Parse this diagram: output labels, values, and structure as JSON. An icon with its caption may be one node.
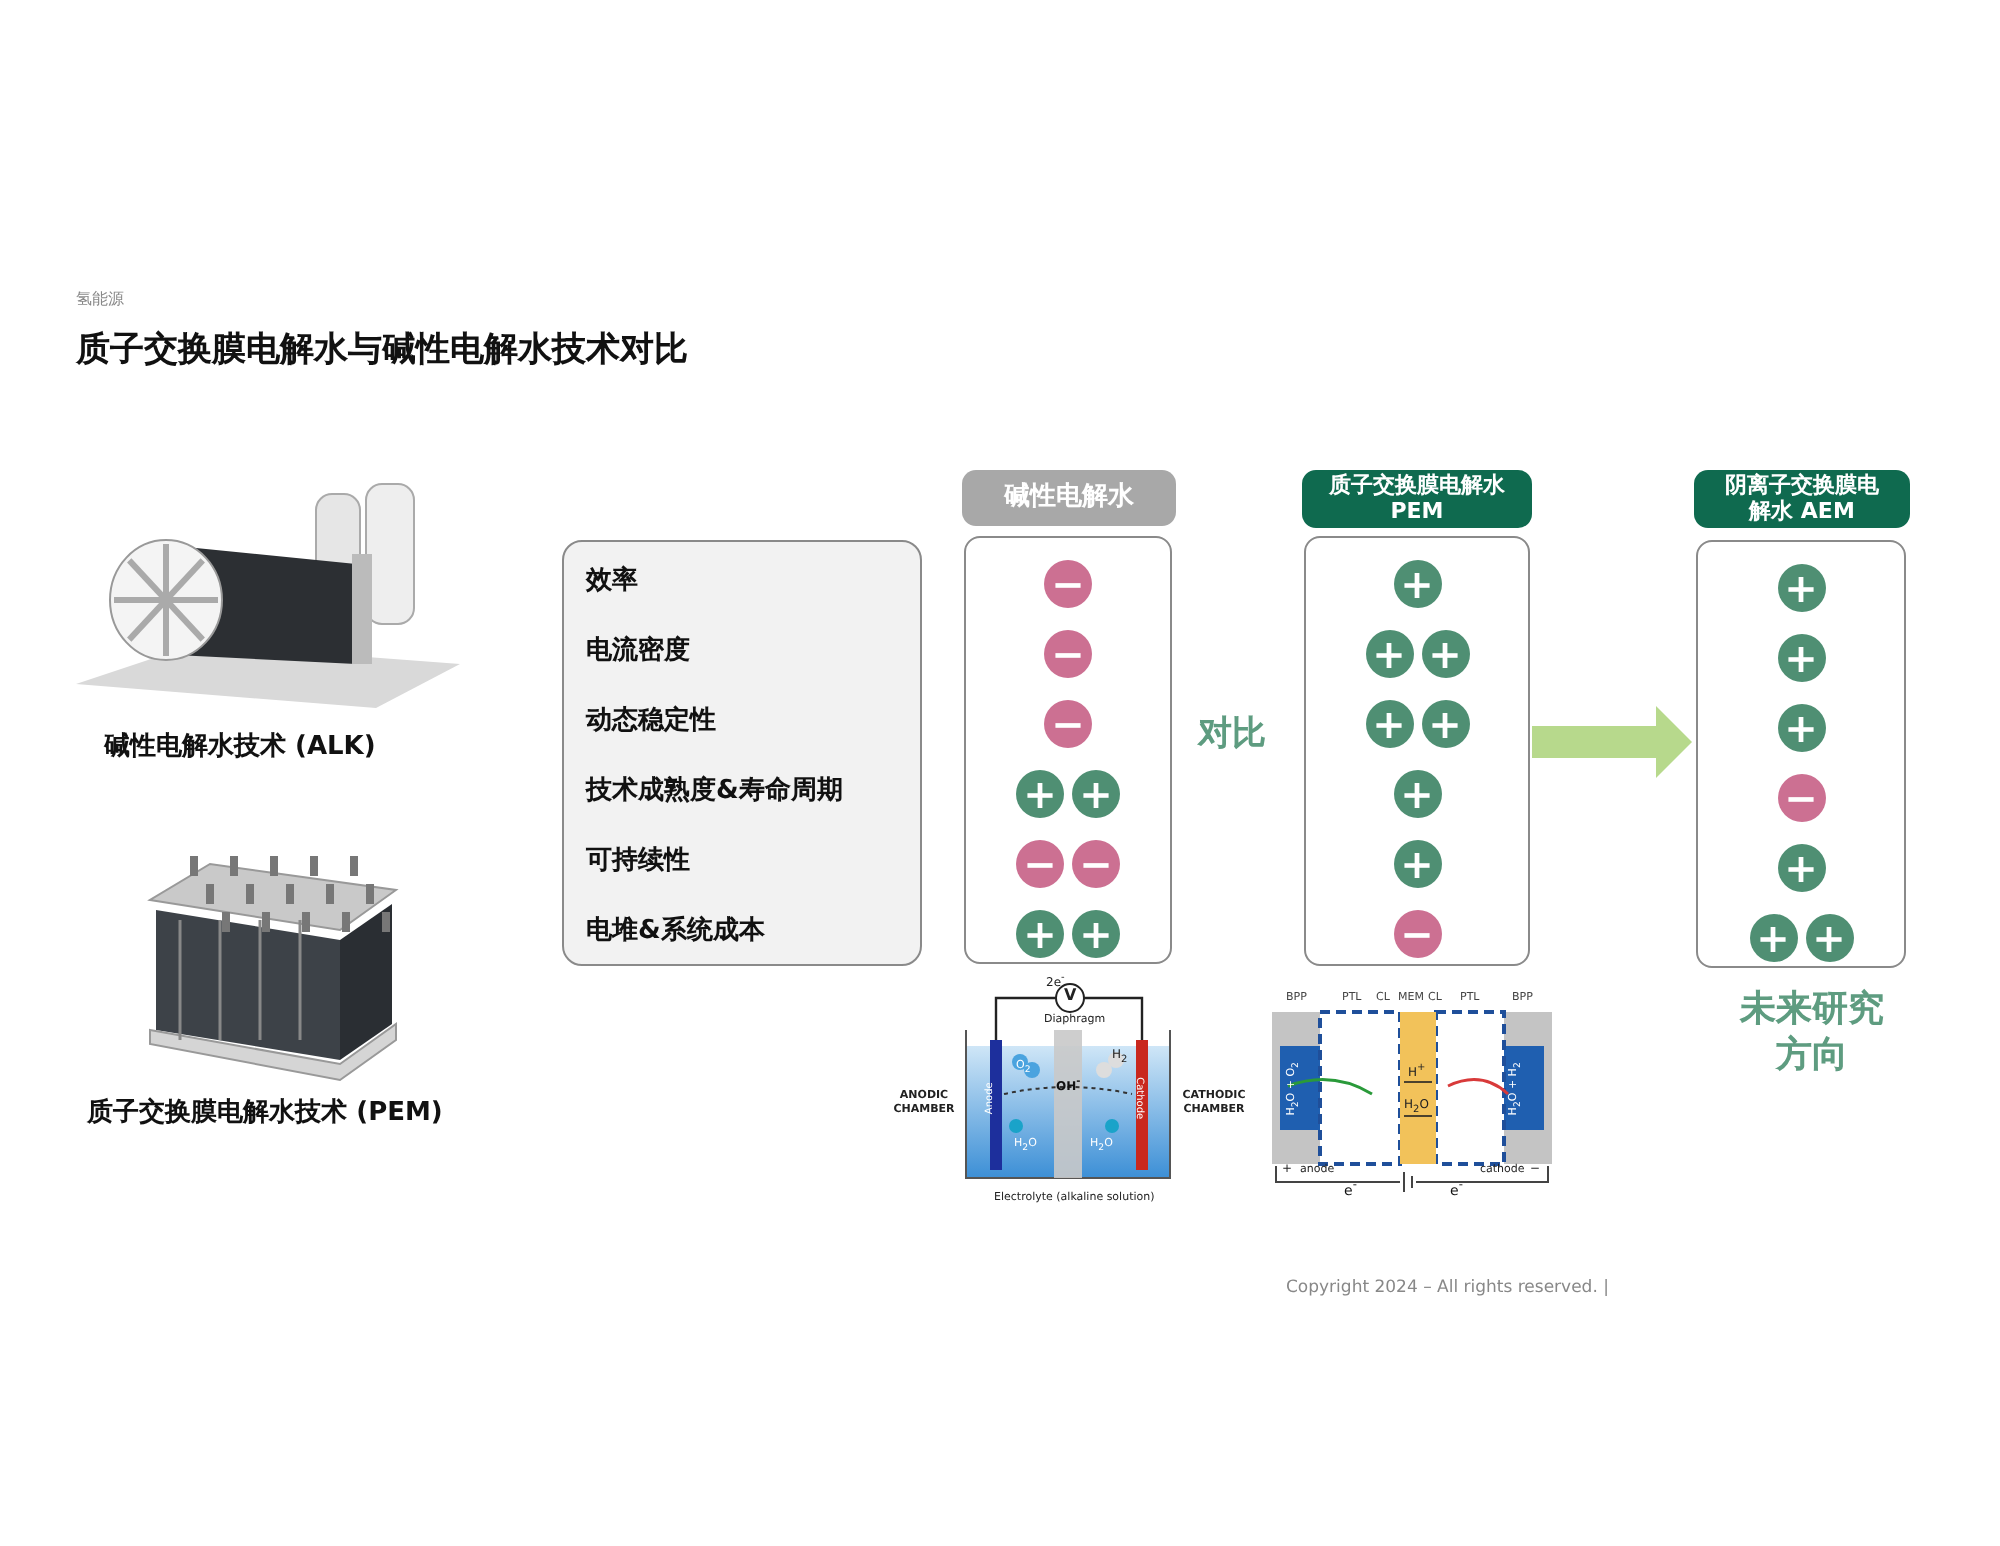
{
  "diagram": {
    "title": "质子交换膜电解水与碱性电解水技术对比",
    "nodes": [
      {
        "text": [
          "效率",
          "电流密度",
          "动态稳定性",
          "技术成熟度&寿命周期",
          "可持续性",
          "电堆&系统成本"
        ]
      },
      {
        "text": [
          "碱性电解水"
        ]
      },
      {
        "text": [
          "−",
          "−",
          "−",
          "+ +",
          "− −",
          "+ +"
        ]
      },
      {
        "text": [
          "质子交换膜电解水 PEM"
        ]
      },
      {
        "text": [
          "+",
          "+ +",
          "+ +",
          "+",
          "+",
          "−"
        ]
      },
      {
        "text": [
          "阴离子交换膜电解水 AEM"
        ]
      },
      {
        "text": [
          "+",
          "+",
          "+",
          "−",
          "+",
          "+ +"
        ],
        "beside": [
          "未来研究方向"
        ]
      }
    ],
    "edges": [
      {
        "from": 4,
        "to": 6,
        "arrow": "to",
        "color": "#b7d98c"
      }
    ],
    "labels": [
      "氢能源",
      "碱性电解水技术 (ALK)",
      "质子交换膜电解水技术 (PEM)",
      "对比",
      "2e$^{-}$",
      "V",
      "Diaphragm",
      "ANODIC CHAMBER",
      "Anode",
      "O$_{2}$",
      "OH$^{-}$",
      "H$_{2}$",
      "Cathode",
      "CATHODIC CHAMBER",
      "H$_{2}$O",
      "H$_{2}$O",
      "Electrolyte (alkaline solution)",
      "BPP",
      "PTL",
      "CL",
      "MEM",
      "CL",
      "PTL",
      "BPP",
      "H$_{2}$O + O$_{2}$",
      "H$^{+}$",
      "H$_{2}$O",
      "H$_{2}$O + H$_{2}$",
      "+",
      "anode",
      "e$^{-}$",
      "e$^{-}$",
      "cathode",
      "−",
      "Copyright 2024 – All rights reserved. |"
    ]
  }
}
